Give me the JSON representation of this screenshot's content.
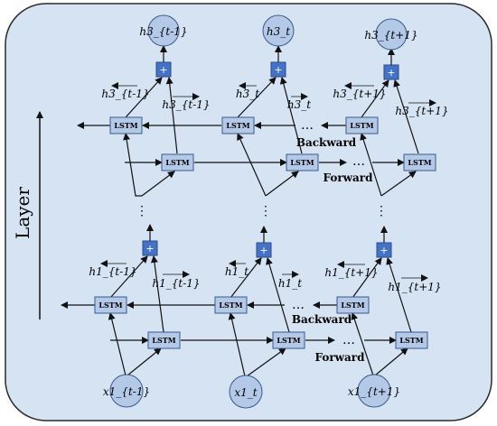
{
  "axis": {
    "label": "Layer"
  },
  "block_label": "LSTM",
  "sum_symbol": "+",
  "ellipsis": "…",
  "vdots": "⋮",
  "directions": {
    "backward": "Backward",
    "forward": "Forward"
  },
  "top_outputs": [
    "h3_{t-1}",
    "h3_t",
    "h3_{t+1}"
  ],
  "top_back_labels": [
    "h3_{t-1}",
    "h3_t",
    "h3_{t+1}"
  ],
  "top_fwd_labels": [
    "h3_{t-1}",
    "h3_t",
    "h3_{t+1}"
  ],
  "bottom_back_labels": [
    "h1_{t-1}",
    "h1_t",
    "h1_{t+1}"
  ],
  "bottom_fwd_labels": [
    "h1_{t-1}",
    "h1_t",
    "h1_{t+1}"
  ],
  "inputs": [
    "x1_{t-1}",
    "x1_t",
    "x1_{t+1}"
  ],
  "colors": {
    "panel_fill": "#d6e3f3",
    "panel_stroke": "#2b2b2b",
    "lstm_fill": "#b4c8e8",
    "lstm_stroke": "#3a5a8a",
    "sum_fill": "#4472c4",
    "node_fill": "#b4c8e8",
    "line": "#111111"
  }
}
